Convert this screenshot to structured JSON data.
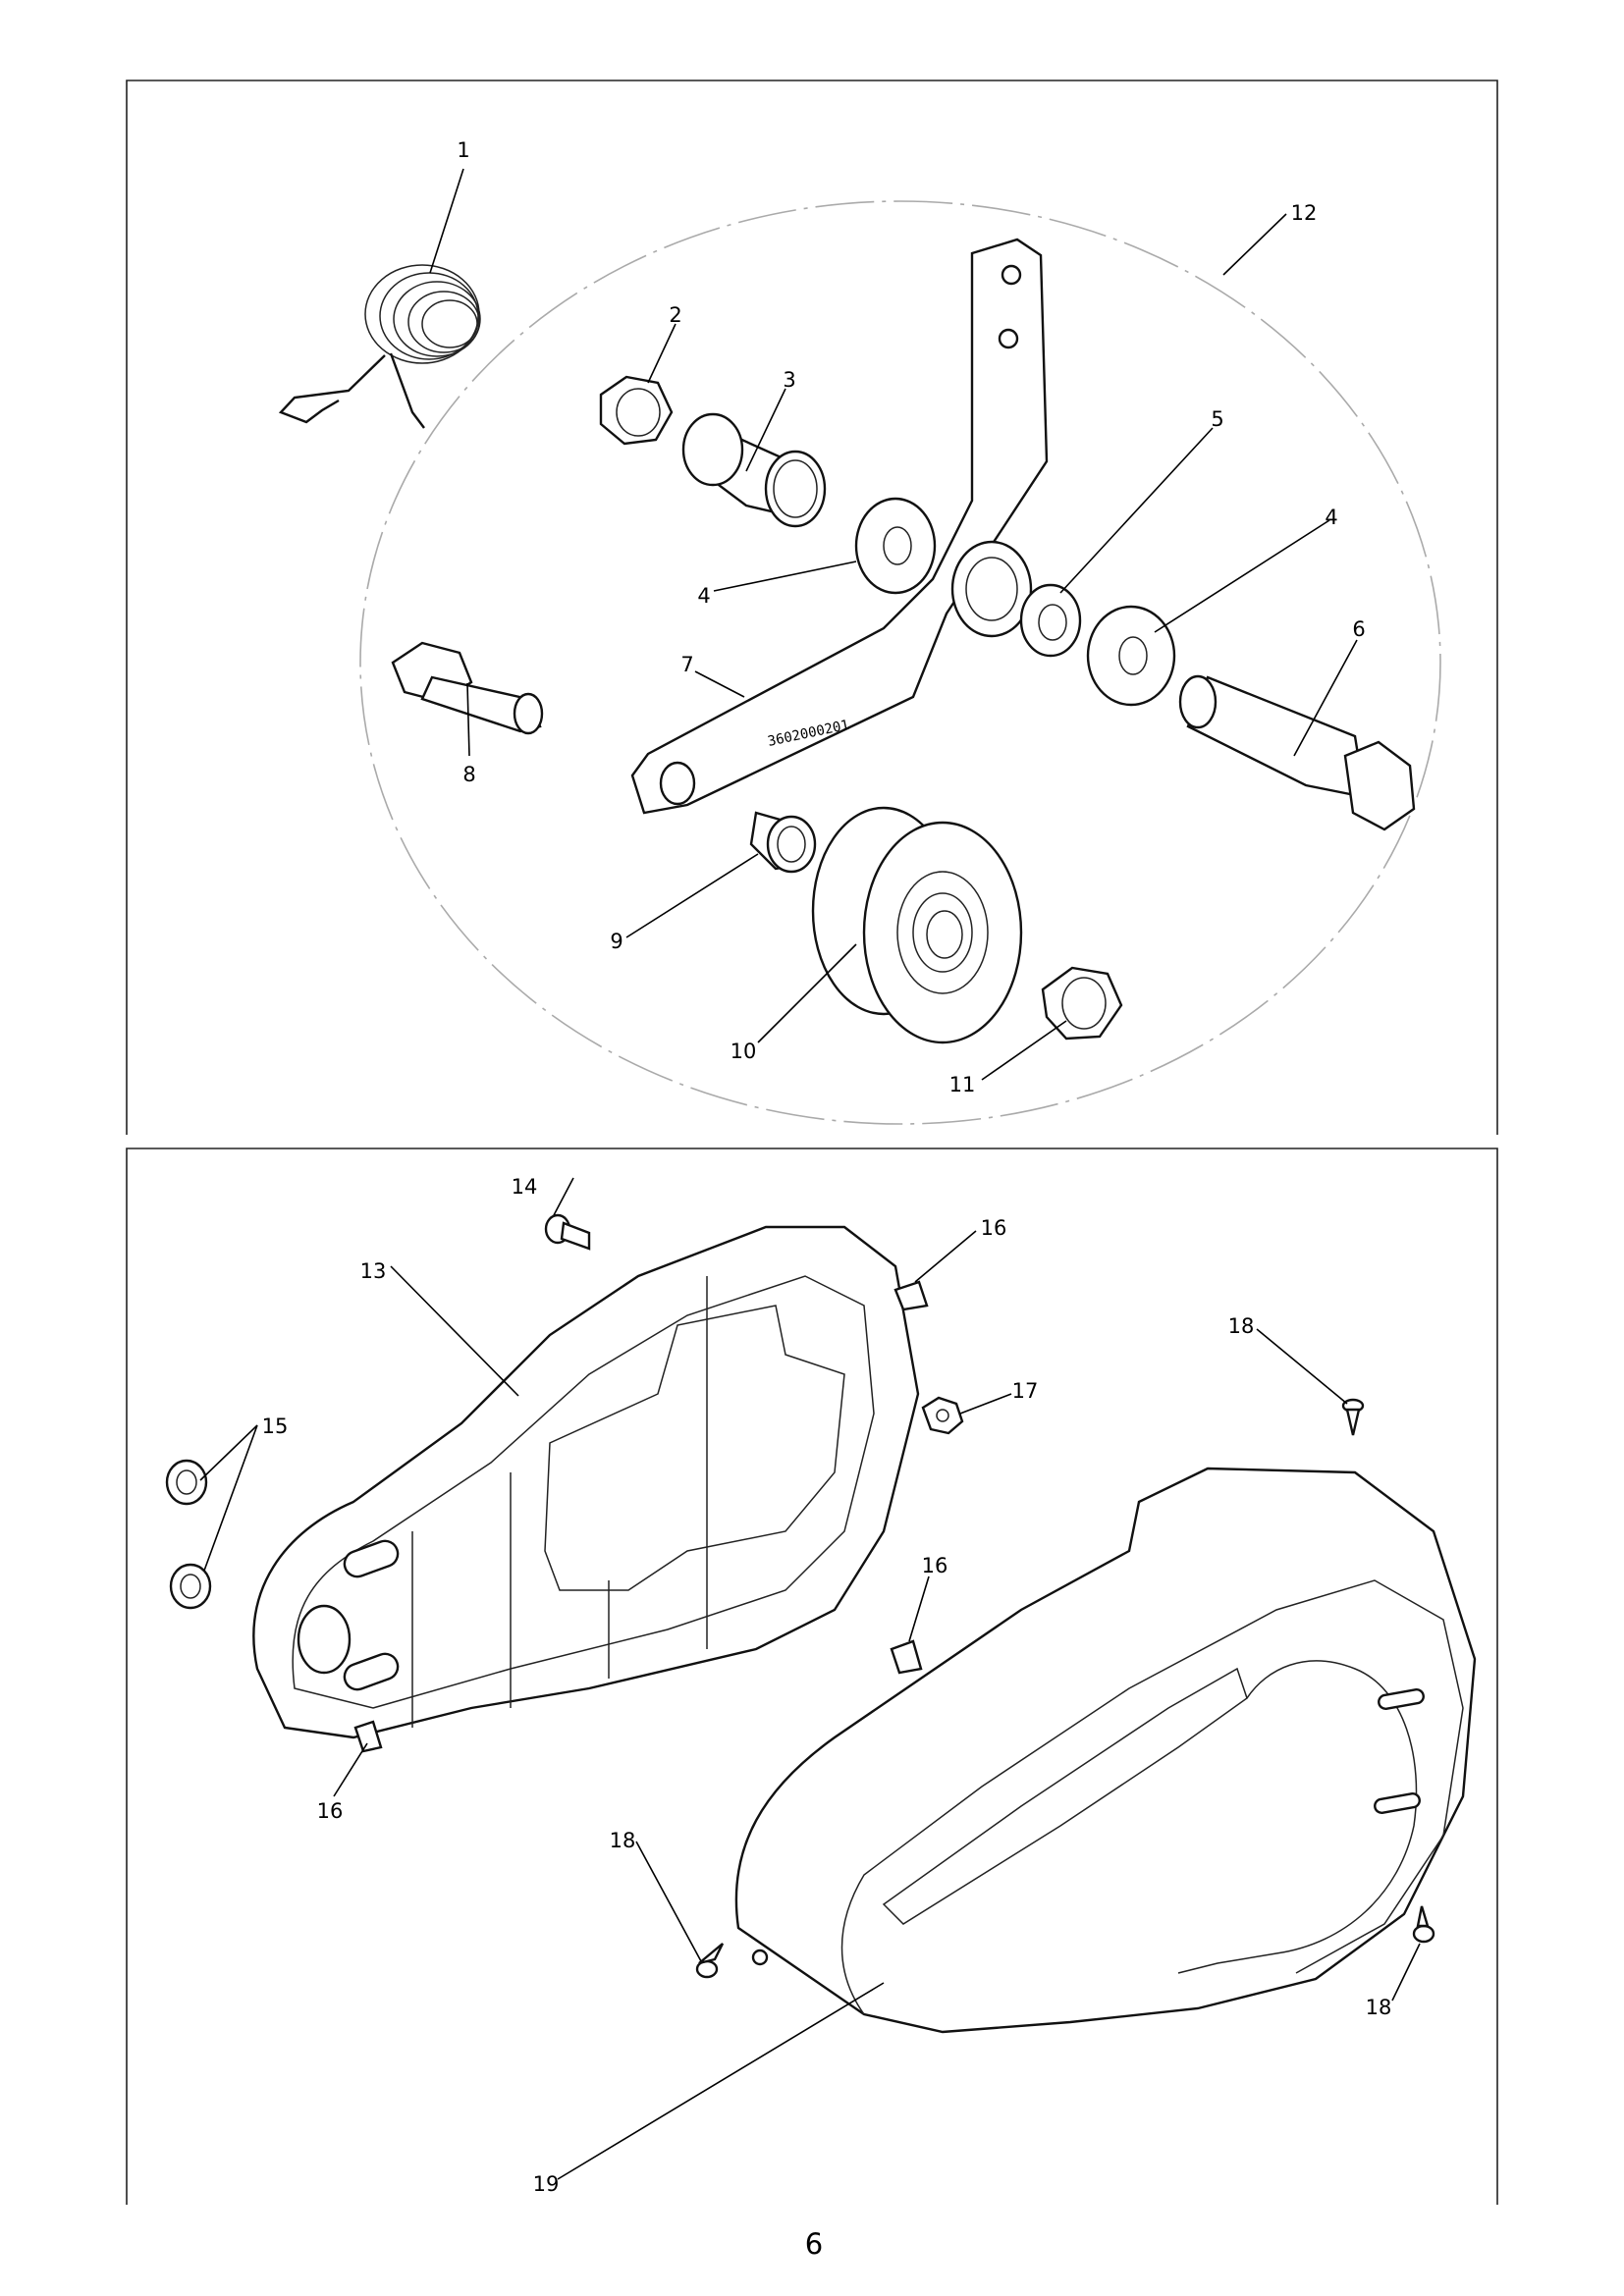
{
  "page_number": "6",
  "part_label_text": "3602000201",
  "callouts": [
    "1",
    "2",
    "3",
    "4",
    "4",
    "5",
    "6",
    "7",
    "8",
    "9",
    "10",
    "11",
    "12",
    "13",
    "14",
    "15",
    "16",
    "16",
    "16",
    "17",
    "18",
    "18",
    "18",
    "19"
  ]
}
